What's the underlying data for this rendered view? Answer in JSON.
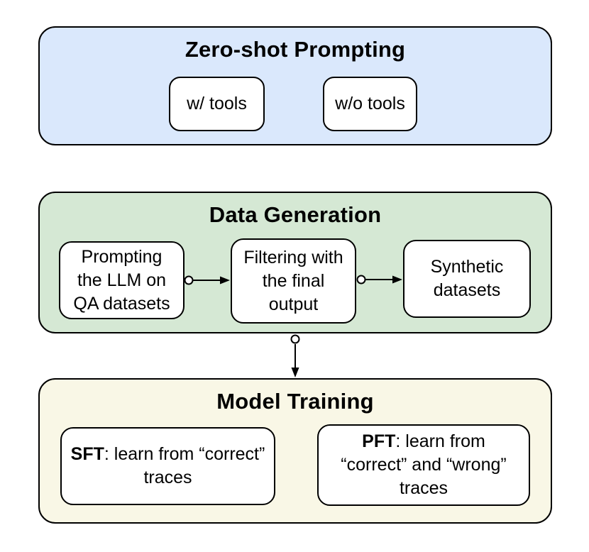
{
  "diagram": {
    "background": "#ffffff",
    "border_color": "#000000",
    "sections": {
      "zero_shot": {
        "title": "Zero-shot Prompting",
        "fill": "#DAE8FC",
        "items": [
          {
            "label": "w/ tools"
          },
          {
            "label": "w/o tools"
          }
        ]
      },
      "data_generation": {
        "title": "Data Generation",
        "fill": "#D5E8D4",
        "steps": [
          {
            "lines": [
              "Prompting",
              "the LLM on",
              "QA datasets"
            ]
          },
          {
            "lines": [
              "Filtering with",
              "the final",
              "output"
            ]
          },
          {
            "lines": [
              "Synthetic",
              "datasets"
            ]
          }
        ]
      },
      "model_training": {
        "title": "Model Training",
        "fill": "#F9F7E6",
        "methods": [
          {
            "prefix": "SFT",
            "line1_rest": ": learn from “correct”",
            "extra_lines": [
              "traces"
            ]
          },
          {
            "prefix": "PFT",
            "line1_rest": ": learn from",
            "extra_lines": [
              "“correct” and “wrong”",
              "traces"
            ]
          }
        ]
      }
    },
    "connectors": [
      {
        "name": "prompting-to-filtering",
        "style": "open-dot-to-arrow"
      },
      {
        "name": "filtering-to-synthetic",
        "style": "open-dot-to-arrow"
      },
      {
        "name": "data-generation-to-model-training",
        "style": "open-dot-to-arrow"
      }
    ]
  }
}
